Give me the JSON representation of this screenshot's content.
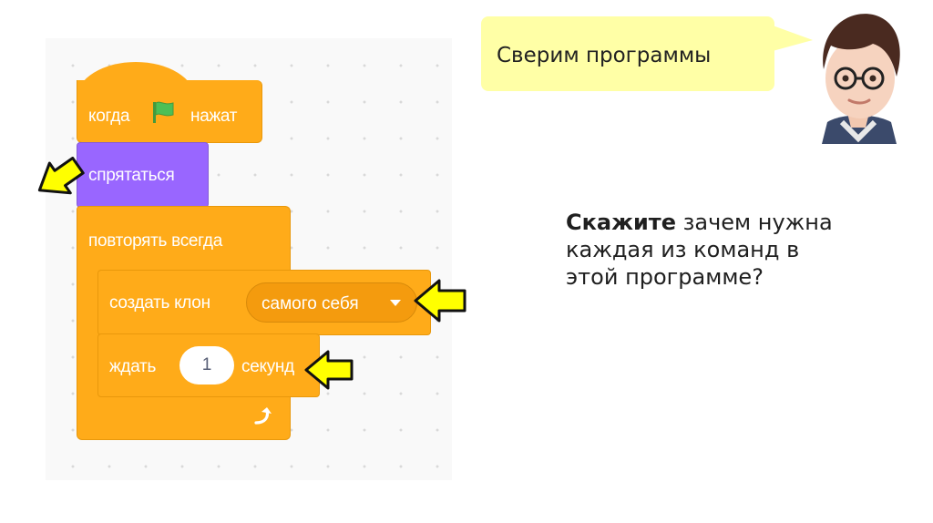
{
  "bubble": {
    "text": "Сверим программы"
  },
  "question": {
    "bold": "Скажите",
    "rest": " зачем нужна каждая из команд в этой программе?"
  },
  "blocks": {
    "when_flag": {
      "label_before": "когда",
      "label_after": "нажат"
    },
    "hide": {
      "label": "спрятаться"
    },
    "forever": {
      "label": "повторять всегда"
    },
    "create_clone": {
      "label": "создать клон",
      "option": "самого себя"
    },
    "wait": {
      "label_before": "ждать",
      "value": "1",
      "label_after": "секунд"
    }
  },
  "colors": {
    "events": "#ffab19",
    "looks": "#9966ff",
    "control": "#ffab19",
    "highlight_arrow": "#ffff00",
    "bubble_bg": "#ffffa6"
  },
  "icons": [
    "green-flag-icon",
    "dropdown-caret-icon",
    "loop-arrow-icon",
    "pointer-arrow-icon",
    "teacher-avatar"
  ]
}
